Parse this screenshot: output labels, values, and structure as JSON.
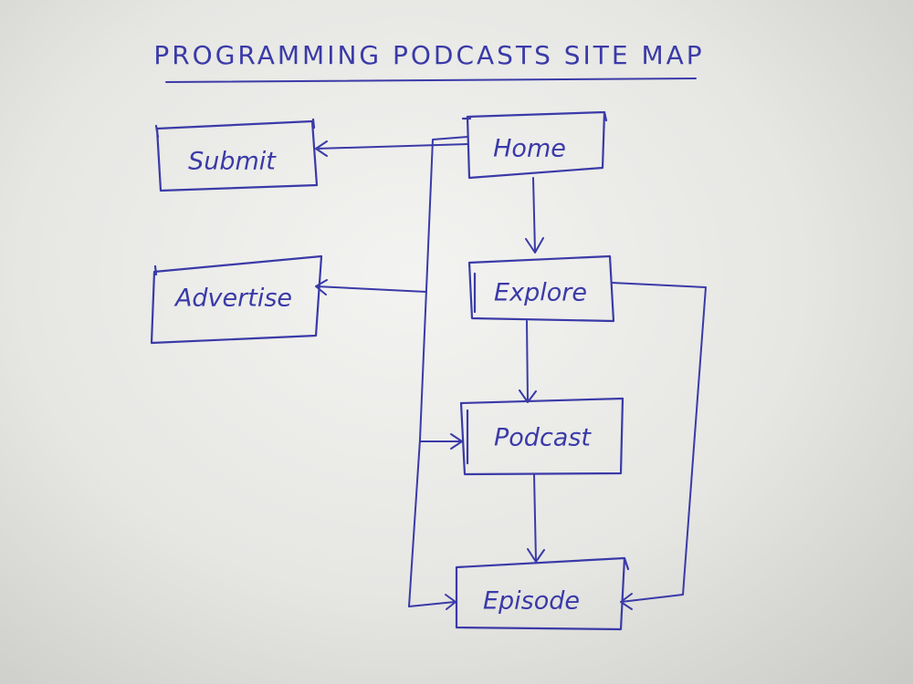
{
  "diagram": {
    "title": "PROGRAMMING PODCASTS SITE MAP",
    "ink_color": "#3a3aa8",
    "nodes": {
      "home": "Home",
      "submit": "Submit",
      "advertise": "Advertise",
      "explore": "Explore",
      "podcast": "Podcast",
      "episode": "Episode"
    },
    "edges": [
      {
        "from": "Home",
        "to": "Submit"
      },
      {
        "from": "Home",
        "to": "Advertise"
      },
      {
        "from": "Home",
        "to": "Explore"
      },
      {
        "from": "Home",
        "to": "Podcast"
      },
      {
        "from": "Home",
        "to": "Episode"
      },
      {
        "from": "Explore",
        "to": "Podcast"
      },
      {
        "from": "Explore",
        "to": "Episode"
      },
      {
        "from": "Podcast",
        "to": "Episode"
      }
    ]
  }
}
